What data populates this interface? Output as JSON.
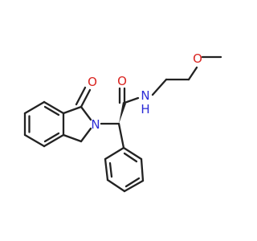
{
  "molecule": {
    "atoms": {
      "carbonyl_oxygen_left": {
        "symbol": "O",
        "color": "#d9231f"
      },
      "lactam_nitrogen": {
        "symbol": "N",
        "color": "#2b2bd6"
      },
      "amide_oxygen": {
        "symbol": "O",
        "color": "#d9231f"
      },
      "amide_nitrogen": {
        "symbol": "N",
        "color": "#2b2bd6"
      },
      "amide_hydrogen": {
        "symbol": "H",
        "color": "#2b2bd6"
      },
      "ether_oxygen": {
        "symbol": "O",
        "color": "#d9231f"
      }
    },
    "colors": {
      "bond": "#222222",
      "oxygen": "#d9231f",
      "nitrogen": "#2b2bd6"
    }
  }
}
